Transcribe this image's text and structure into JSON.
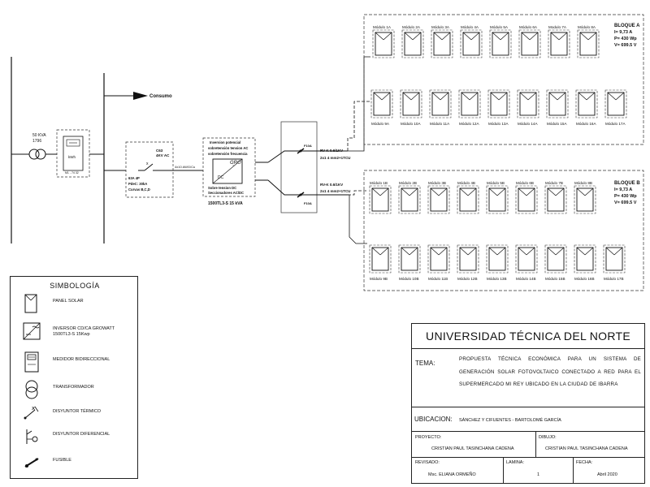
{
  "main_supply": {
    "transformer": {
      "rating": "50 KVA",
      "code": "1796"
    },
    "meter_unit": "kWh",
    "meter_code": "M1 - 74 32"
  },
  "consumption_label": "Consumo",
  "breaker_panel": {
    "breaker": "C63",
    "breaker_voltage": "4KV AC",
    "rating": "63A 4P",
    "pdc": "PdeC: 30kA",
    "curves": "Curvas B,C,D",
    "cable": "4x10 AWG/Cu"
  },
  "inverter": {
    "line1": "Inversion potencial",
    "line2": "sobretensión tension AC",
    "line3": "sobretensión frecuencia",
    "logo": "GRO",
    "dc_line1": "Sobre tension DC",
    "dc_line2": "Seccionadores AC/DC",
    "model": "1500TL3-S   15 kVA"
  },
  "fuses": {
    "top": "F10A",
    "bottom": "F10A"
  },
  "dc_cables": {
    "top_line1": "RV-K 0.6/1KV",
    "top_line2": "2x1 4 mm2+1TCU",
    "bottom_line1": "RV-K 0.6/1KV",
    "bottom_line2": "2x1 4 mm2+1TCU"
  },
  "block_a": {
    "title": "BLOQUE A",
    "current": "I= 9,73 A",
    "power": "P= 430 Wp",
    "voltage": "V= 699.5 V",
    "top_modules": [
      "Módulo 1A",
      "Módulo 2A",
      "Módulo 3A",
      "Módulo 4A",
      "Módulo 5A",
      "Módulo 6A",
      "Modulo 7A",
      "Módulo 8A"
    ],
    "bottom_modules": [
      "Módulo 9A",
      "Módulo 10A",
      "Módulo 11A",
      "Módulo 12A",
      "Módulo 13A",
      "Módulo 14A",
      "Módulo 15A",
      "Módulo 16A",
      "Módulo 17A"
    ]
  },
  "block_b": {
    "title": "BLOQUE B",
    "current": "I= 9,73 A",
    "power": "P= 430 Wp",
    "voltage": "V= 699.5 V",
    "top_modules": [
      "Módulo 1B",
      "Módulo 2B",
      "Módulo 3B",
      "Módulo 4B",
      "Módulo 5B",
      "Módulo 6B",
      "Módulo 7B",
      "Módulo 8B"
    ],
    "bottom_modules": [
      "Módulo 9B",
      "Módulo 10B",
      "Módulo 11B",
      "Módulo 12B",
      "Módulo 13B",
      "Módulo 14B",
      "Módulo 15B",
      "Módulo 16B",
      "Módulo 17B"
    ]
  },
  "legend": {
    "title": "SIMBOLOGÍA",
    "items": [
      {
        "icon": "solar-panel-icon",
        "label": "PANEL SOLAR"
      },
      {
        "icon": "inverter-icon",
        "label": "INVERSOR CD/CA GROWATT 1500TL3-S 15Kwp"
      },
      {
        "icon": "meter-icon",
        "label": "MEDIDOR BIDIRECCIONAL"
      },
      {
        "icon": "transformer-icon",
        "label": "TRANSFORMADOR"
      },
      {
        "icon": "thermal-breaker-icon",
        "label": "DISYUNTOR TÉRMICO"
      },
      {
        "icon": "differential-breaker-icon",
        "label": "DISYUNTOR DIFERENCIAL"
      },
      {
        "icon": "fuse-icon",
        "label": "FUSIBLE"
      }
    ]
  },
  "title_block": {
    "university": "UNIVERSIDAD TÉCNICA DEL NORTE",
    "tema_label": "TEMA:",
    "tema": "PROPUESTA TÉCNICA ECONÓMICA PARA UN SISTEMA DE GENERACIÓN SOLAR FOTOVOLTAICO CONECTADO A RED PARA EL SUPERMERCADO MI REY UBICADO EN LA CIUDAD DE IBARRA",
    "ubicacion_label": "UBICACION:",
    "ubicacion": "SÁNCHEZ Y CIFUENTES - BARTOLOMÉ GARCÍA",
    "proyecto_label": "PROYECTO:",
    "proyecto": "CRISTIAN PAUL TASINCHANA CADENA",
    "dibujo_label": "DIBUJO:",
    "dibujo": "CRISTIAN PAUL TASINCHANA CADENA",
    "revisado_label": "REVISADO:",
    "revisado": "Msc. ELIANA ORMEÑO",
    "lamina_label": "LAMINA:",
    "lamina": "1",
    "fecha_label": "FECHA:",
    "fecha": "Abril 2020"
  }
}
